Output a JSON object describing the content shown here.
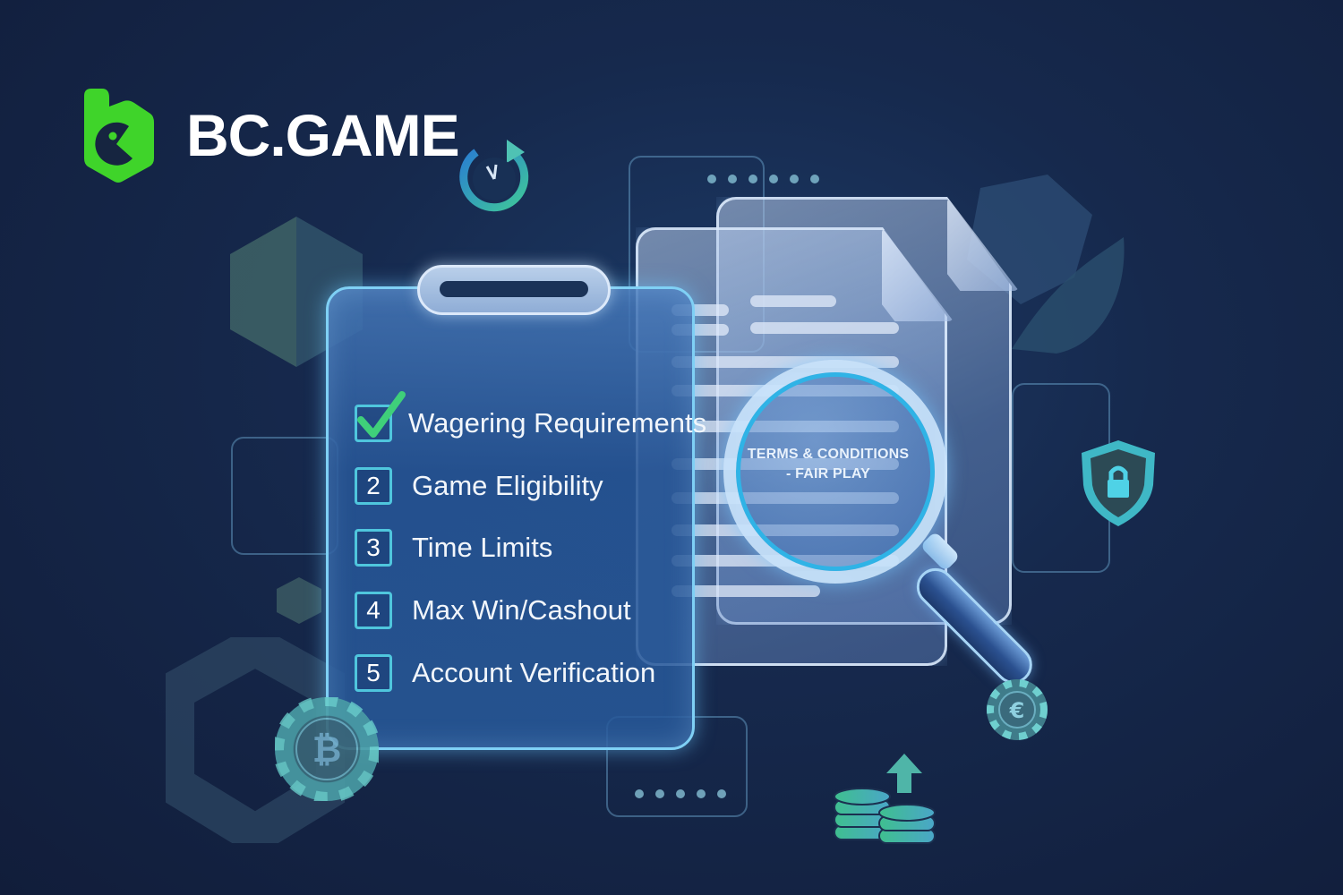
{
  "brand": {
    "name": "BC.GAME",
    "logo_icon": "bc-game-pacman-hex-logo",
    "logo_color": "#3fd42a"
  },
  "checklist": {
    "items": [
      {
        "marker": "check",
        "label": "Wagering Requirements",
        "checked": true
      },
      {
        "marker": "2",
        "label": "Game Eligibility",
        "checked": false
      },
      {
        "marker": "3",
        "label": "Time Limits",
        "checked": false
      },
      {
        "marker": "4",
        "label": "Max Win/Cashout",
        "checked": false
      },
      {
        "marker": "5",
        "label": "Account Verification",
        "checked": false
      }
    ]
  },
  "magnifier": {
    "line1": "TERMS & CONDITIONS",
    "line2": "- FAIR PLAY"
  },
  "decor_icons": [
    "clock-refresh-icon",
    "shield-lock-icon",
    "bitcoin-chip-icon",
    "crypto-chip-icon",
    "coin-stack-arrow-up-icon",
    "document-icon",
    "clipboard-icon",
    "magnifier-icon"
  ],
  "colors": {
    "background": "#16294d",
    "accent_cyan": "#4fc6dd",
    "check_green": "#3fcf7a",
    "text_white": "#ffffff"
  }
}
